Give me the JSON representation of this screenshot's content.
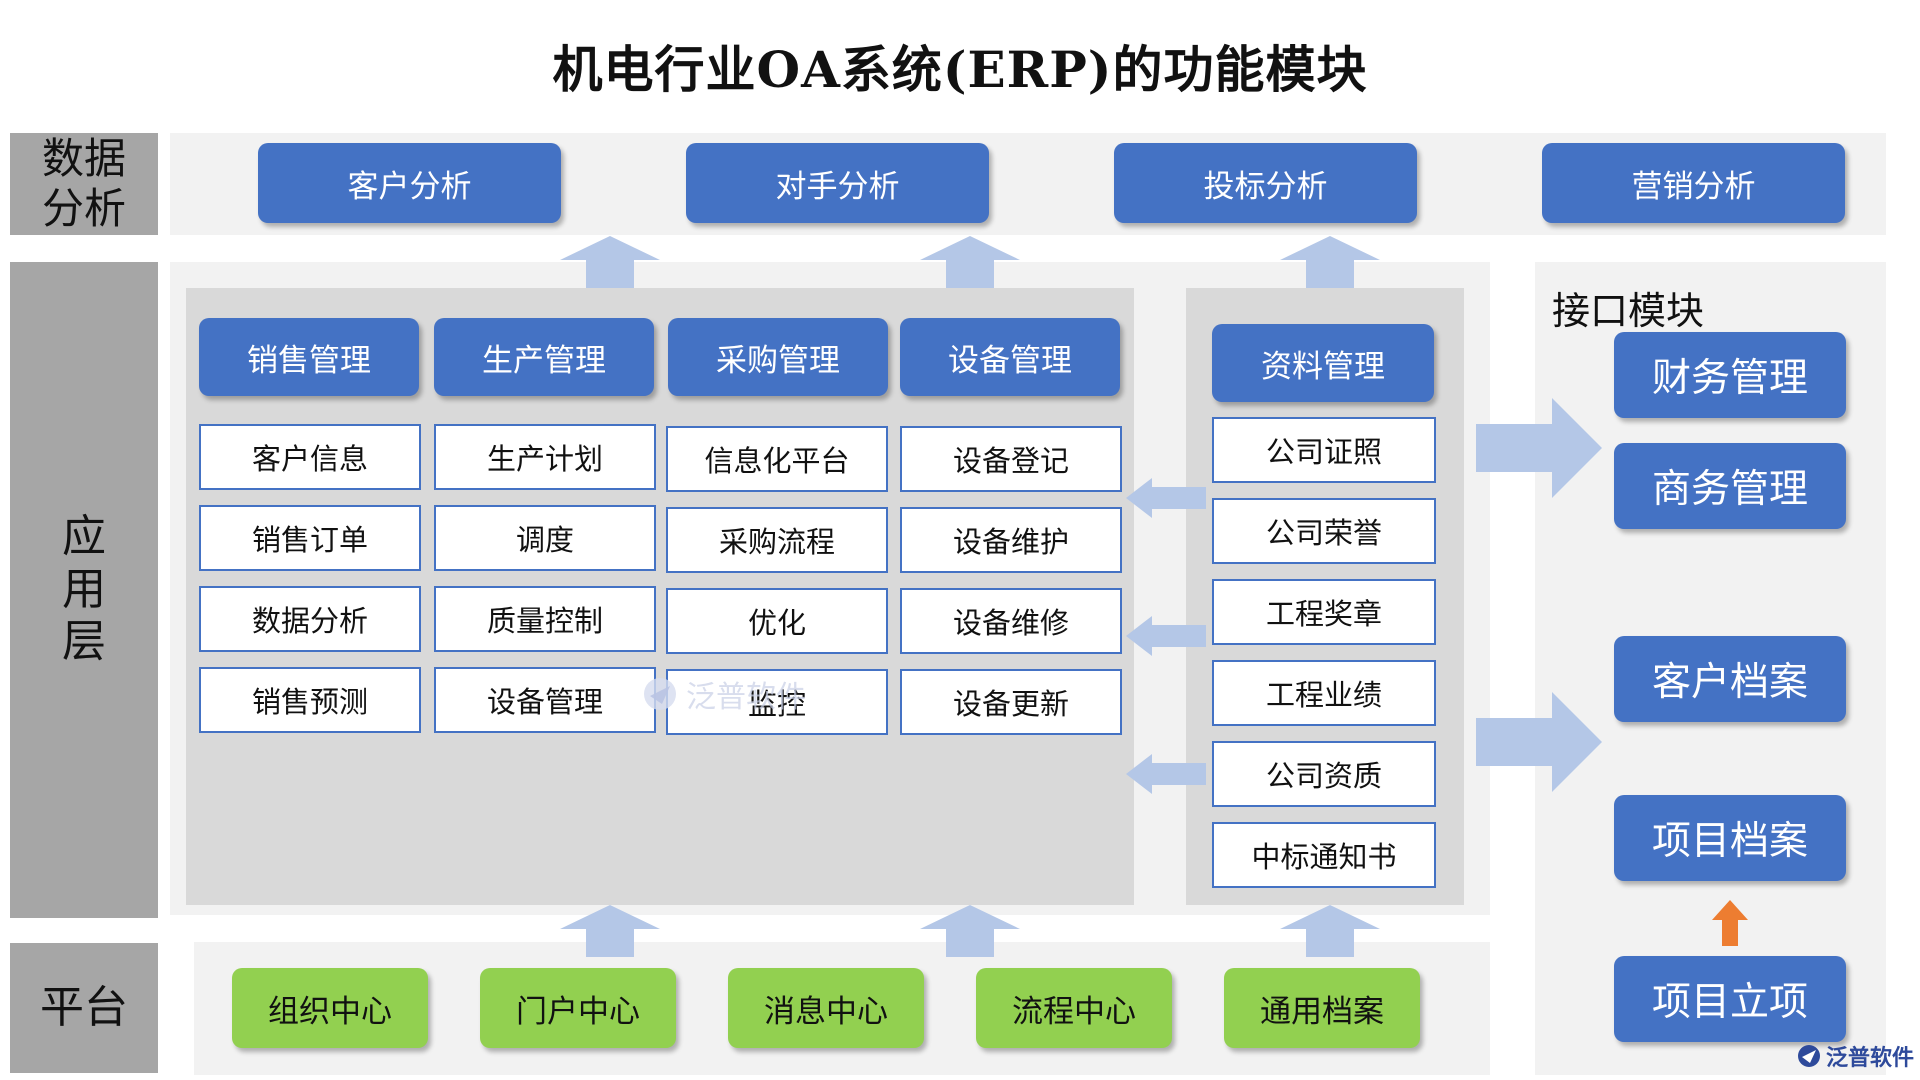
{
  "title": "机电行业OA系统(ERP)的功能模块",
  "colors": {
    "blue": "#4472c4",
    "green": "#92d050",
    "arrow": "#b4c7e7",
    "orange": "#ed7d31",
    "label_gray": "#a6a6a6",
    "band_gray": "#f2f2f2",
    "panel_gray": "#d9d9d9"
  },
  "layers": {
    "data_analysis": "数据\n分析",
    "application": "应\n用\n层",
    "platform": "平台"
  },
  "analysis_modules": [
    "客户分析",
    "对手分析",
    "投标分析",
    "营销分析"
  ],
  "app_modules": [
    {
      "name": "销售管理",
      "items": [
        "客户信息",
        "销售订单",
        "数据分析",
        "销售预测"
      ]
    },
    {
      "name": "生产管理",
      "items": [
        "生产计划",
        "调度",
        "质量控制",
        "设备管理"
      ]
    },
    {
      "name": "采购管理",
      "items": [
        "信息化平台",
        "采购流程",
        "优化",
        "监控"
      ]
    },
    {
      "name": "设备管理",
      "items": [
        "设备登记",
        "设备维护",
        "设备维修",
        "设备更新"
      ]
    }
  ],
  "docs_module": {
    "name": "资料管理",
    "items": [
      "公司证照",
      "公司荣誉",
      "工程奖章",
      "工程业绩",
      "公司资质",
      "中标通知书"
    ]
  },
  "interface": {
    "title": "接口模块",
    "modules": [
      "财务管理",
      "商务管理",
      "客户档案",
      "项目档案",
      "项目立项"
    ]
  },
  "platform_modules": [
    "组织中心",
    "门户中心",
    "消息中心",
    "流程中心",
    "通用档案"
  ],
  "watermark": "泛普软件",
  "logo": {
    "name": "泛普软件",
    "icon": "fanpu-logo-icon"
  }
}
